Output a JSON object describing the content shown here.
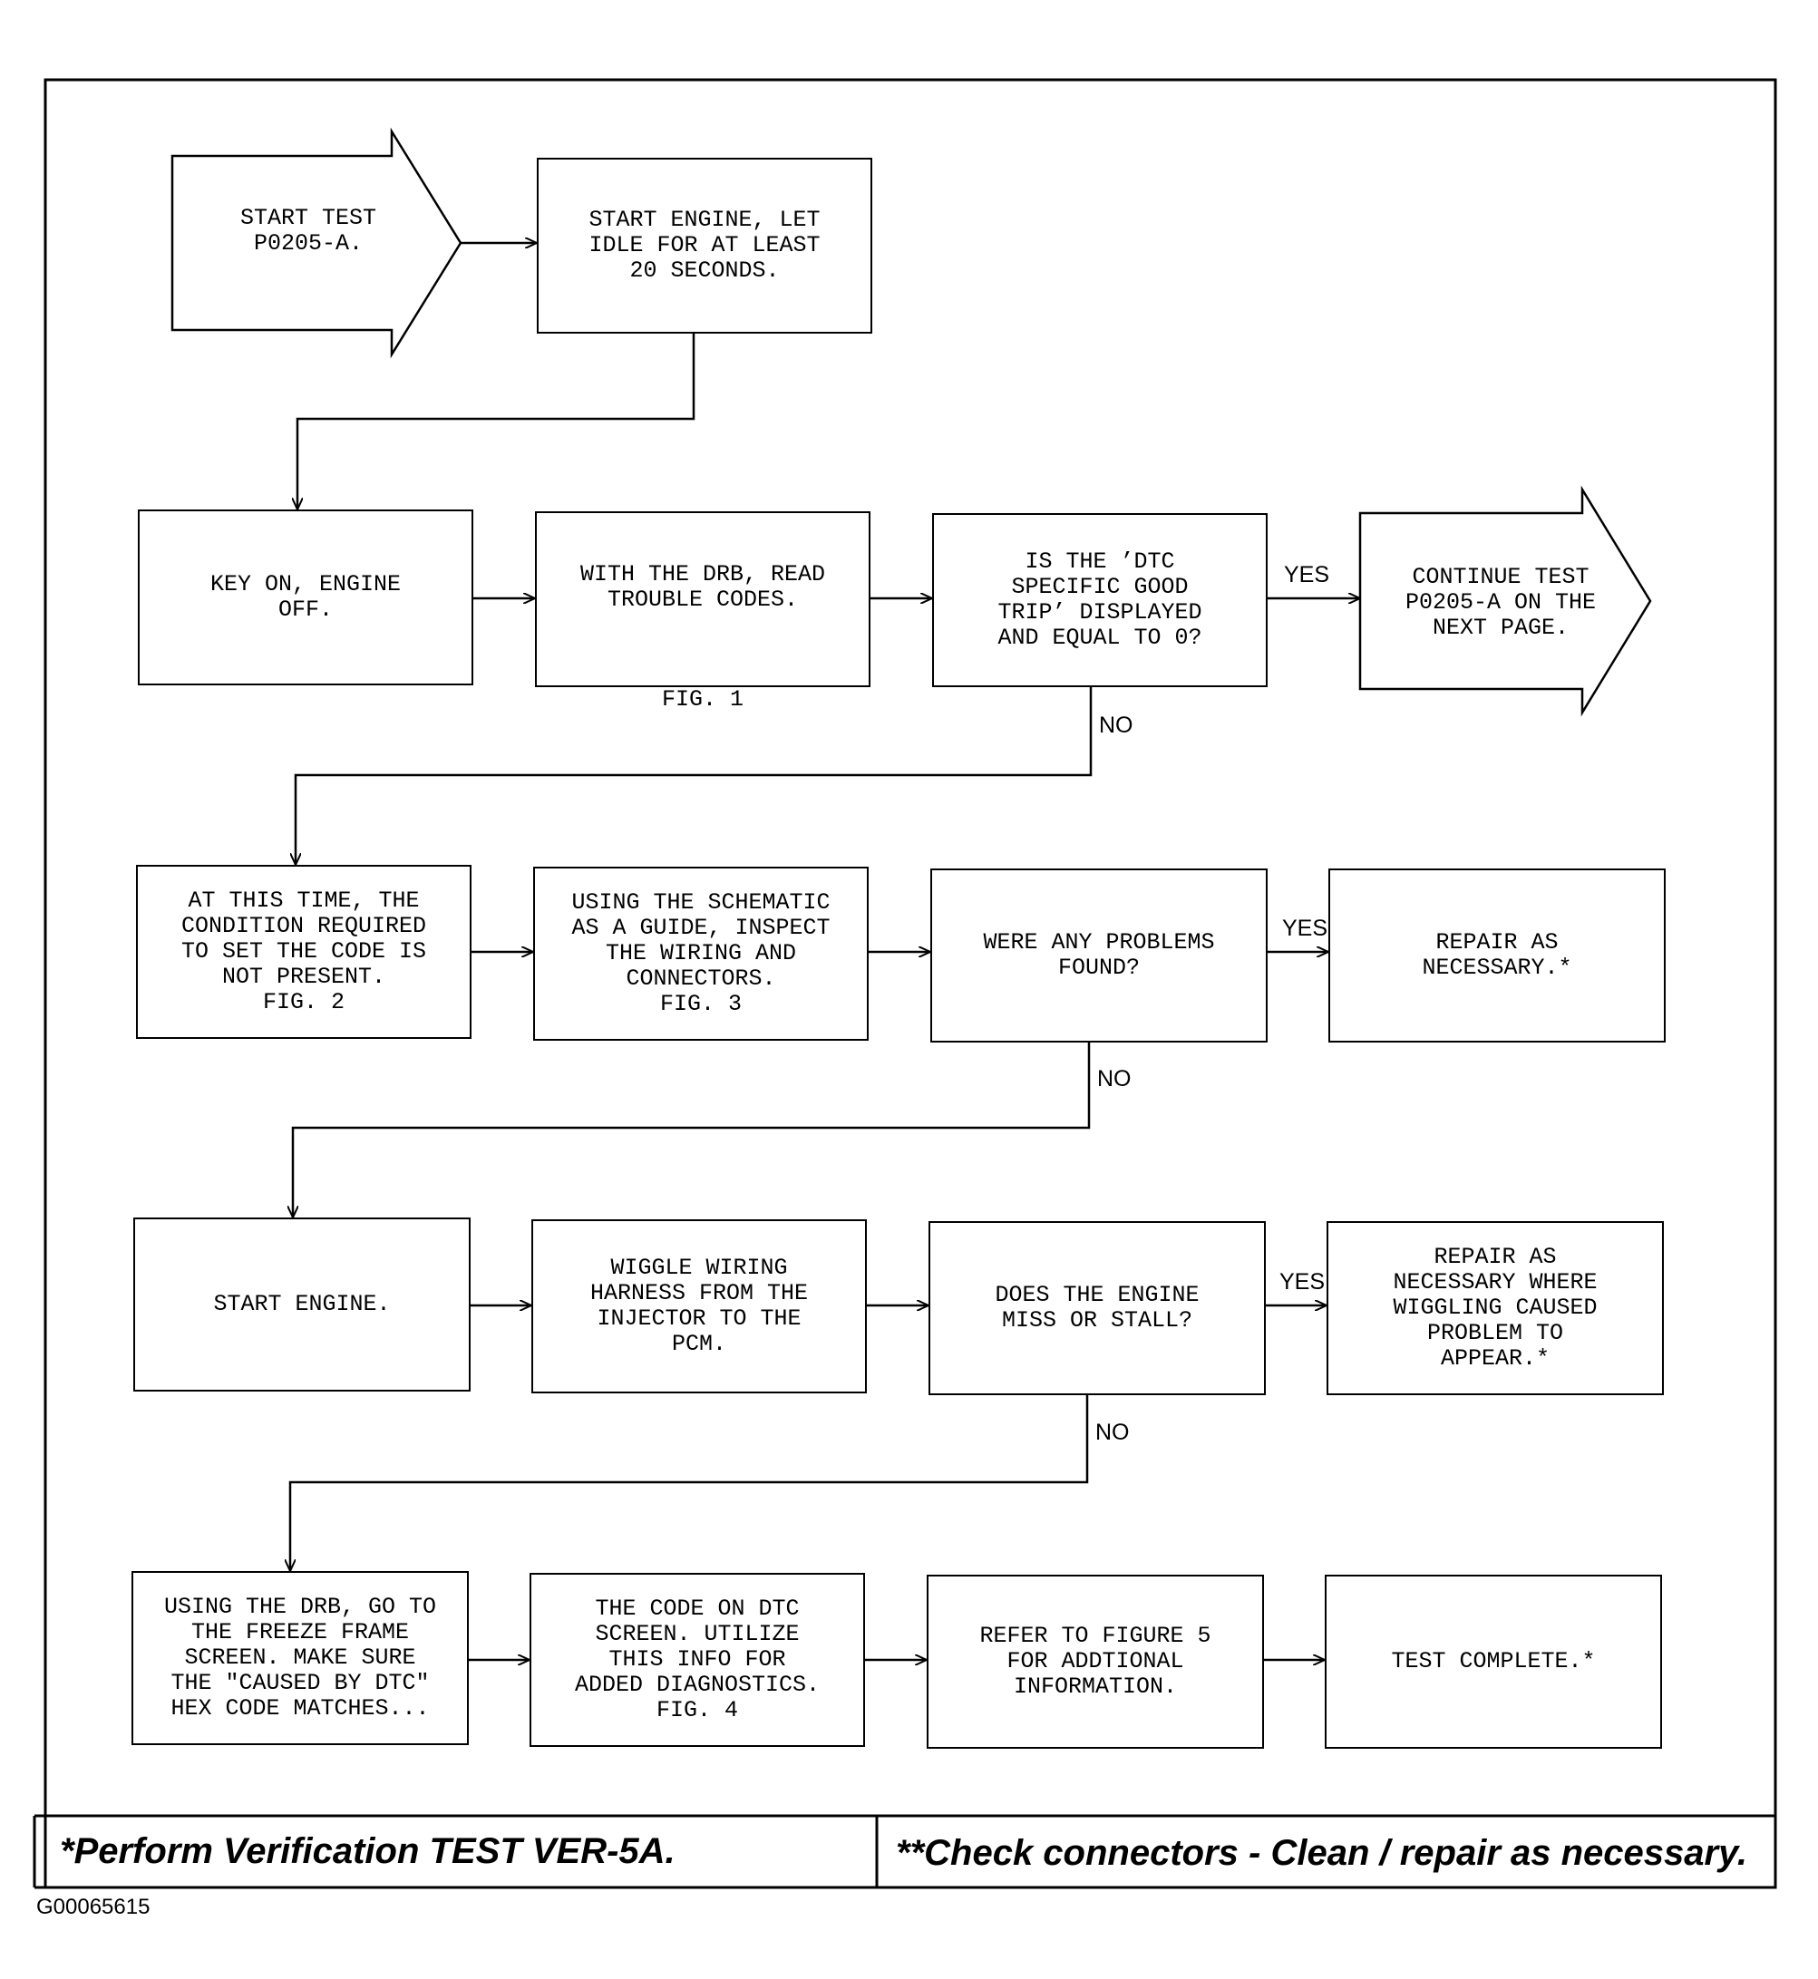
{
  "flowchart": {
    "start": "START TEST\nP0205-A.",
    "step_start_engine_idle": "START ENGINE, LET\nIDLE FOR AT LEAST\n20 SECONDS.",
    "step_key_on": "KEY ON, ENGINE\nOFF.",
    "step_read_codes": "WITH THE DRB, READ\nTROUBLE CODES.",
    "step_read_codes_fig": "FIG. 1",
    "decision_good_trip": "IS THE ’DTC\nSPECIFIC GOOD\nTRIP’ DISPLAYED\nAND EQUAL TO 0?",
    "continue_test": "CONTINUE TEST\nP0205-A ON THE\nNEXT PAGE.",
    "step_condition": "AT THIS TIME, THE\nCONDITION REQUIRED\nTO SET THE CODE IS\nNOT PRESENT.\nFIG. 2",
    "step_schematic": "USING THE SCHEMATIC\nAS A GUIDE, INSPECT\nTHE WIRING AND\nCONNECTORS.\nFIG. 3",
    "decision_problems": "WERE ANY PROBLEMS\nFOUND?",
    "repair_1": "REPAIR AS\nNECESSARY.*",
    "step_start_engine": "START ENGINE.",
    "step_wiggle": "WIGGLE WIRING\nHARNESS FROM THE\nINJECTOR TO THE\nPCM.",
    "decision_miss": "DOES THE ENGINE\nMISS OR STALL?",
    "repair_2": "REPAIR AS\nNECESSARY WHERE\nWIGGLING CAUSED\nPROBLEM TO\nAPPEAR.*",
    "step_freeze": "USING THE DRB, GO TO\nTHE FREEZE FRAME\nSCREEN. MAKE SURE\nTHE \"CAUSED BY DTC\"\nHEX CODE MATCHES...",
    "step_code_screen": "THE CODE ON DTC\nSCREEN. UTILIZE\nTHIS INFO FOR\nADDED DIAGNOSTICS.\nFIG. 4",
    "step_refer": "REFER TO FIGURE 5\nFOR ADDTIONAL\nINFORMATION.",
    "test_complete": "TEST COMPLETE.*",
    "yes_label": "YES",
    "no_label": "NO"
  },
  "footer": {
    "left": "*Perform Verification TEST VER-5A.",
    "right": "**Check connectors - Clean / repair as necessary."
  },
  "figure_code": "G00065615"
}
